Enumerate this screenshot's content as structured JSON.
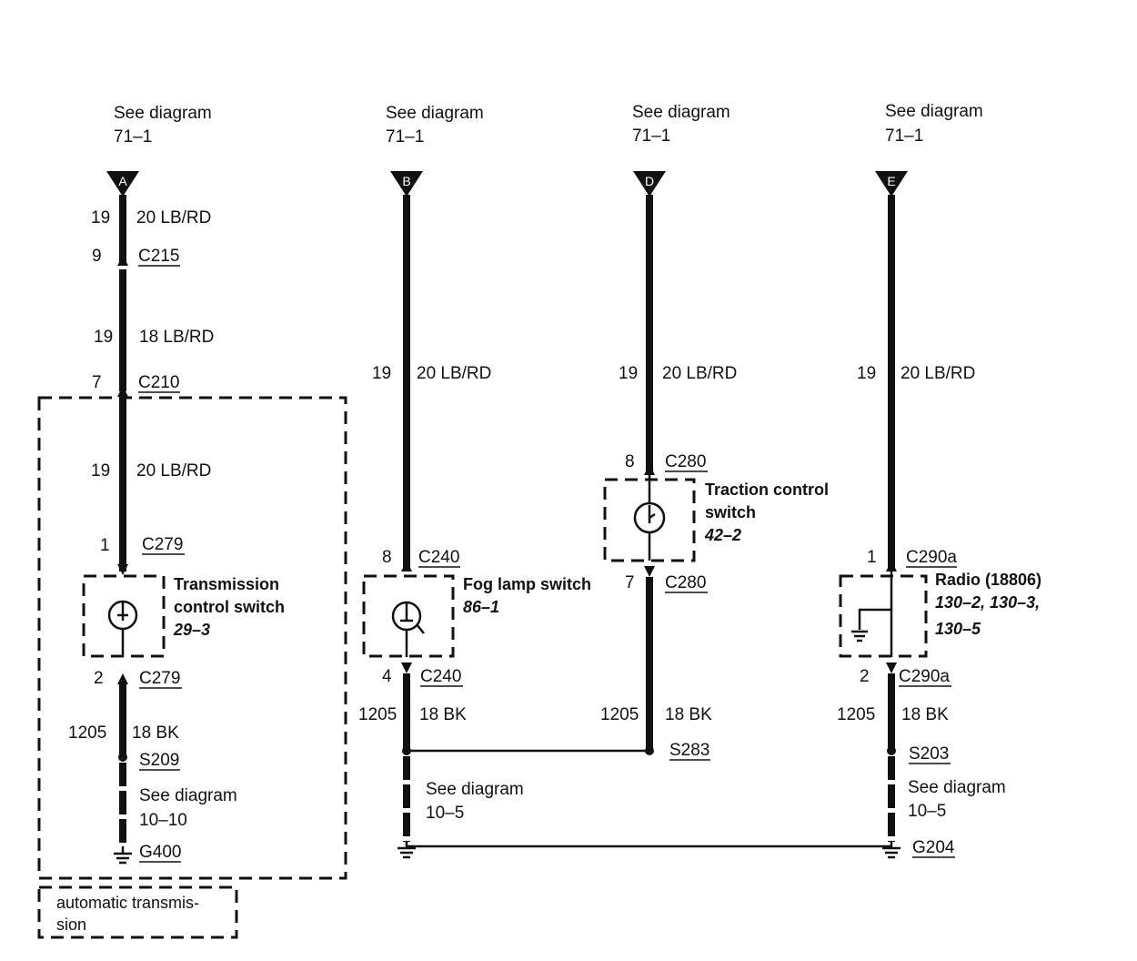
{
  "circuits": {
    "A": {
      "connector_letter": "A",
      "see_top": "See diagram",
      "see_top_ref": "71–1",
      "wire1_circuit": "19",
      "wire1_spec": "20 LB/RD",
      "c215_pin": "9",
      "c215": "C215",
      "wire2_circuit": "19",
      "wire2_spec": "18 LB/RD",
      "c210_pin": "7",
      "c210": "C210",
      "wire3_circuit": "19",
      "wire3_spec": "20 LB/RD",
      "c279_top_pin": "1",
      "c279_top": "C279",
      "switch_name_1": "Transmission",
      "switch_name_2": "control switch",
      "switch_ref": "29–3",
      "c279_bot_pin": "2",
      "c279_bot": "C279",
      "ground_circuit": "1205",
      "ground_spec": "18 BK",
      "splice": "S209",
      "see_bottom": "See diagram",
      "see_bottom_ref": "10–10",
      "ground": "G400",
      "note_1": "automatic transmis-",
      "note_2": "sion"
    },
    "B": {
      "connector_letter": "B",
      "see_top": "See diagram",
      "see_top_ref": "71–1",
      "wire1_circuit": "19",
      "wire1_spec": "20 LB/RD",
      "c240_top_pin": "8",
      "c240_top": "C240",
      "switch_name": "Fog lamp switch",
      "switch_ref": "86–1",
      "c240_bot_pin": "4",
      "c240_bot": "C240",
      "ground_circuit": "1205",
      "ground_spec": "18 BK",
      "see_bottom": "See diagram",
      "see_bottom_ref": "10–5"
    },
    "D": {
      "connector_letter": "D",
      "see_top": "See diagram",
      "see_top_ref": "71–1",
      "wire1_circuit": "19",
      "wire1_spec": "20 LB/RD",
      "c280_top_pin": "8",
      "c280_top": "C280",
      "switch_name_1": "Traction control",
      "switch_name_2": "switch",
      "switch_ref": "42–2",
      "c280_bot_pin": "7",
      "c280_bot": "C280",
      "ground_circuit": "1205",
      "ground_spec": "18 BK",
      "splice": "S283"
    },
    "E": {
      "connector_letter": "E",
      "see_top": "See diagram",
      "see_top_ref": "71–1",
      "wire1_circuit": "19",
      "wire1_spec": "20 LB/RD",
      "c290_top_pin": "1",
      "c290_top": "C290a",
      "device_name": "Radio (18806)",
      "device_ref_1": "130–2, 130–3,",
      "device_ref_2": "130–5",
      "c290_bot_pin": "2",
      "c290_bot": "C290a",
      "ground_circuit": "1205",
      "ground_spec": "18 BK",
      "splice": "S203",
      "see_bottom": "See diagram",
      "see_bottom_ref": "10–5",
      "ground": "G204"
    }
  }
}
